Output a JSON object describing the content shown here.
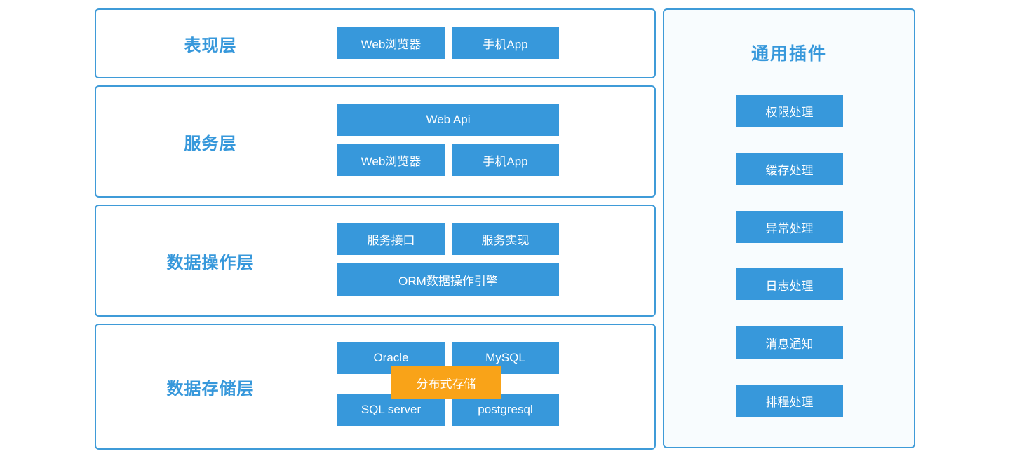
{
  "colors": {
    "primary": "#3798db",
    "accent_orange": "#f9a318",
    "panel_bg": "#f8fcfe",
    "node_text": "#ffffff"
  },
  "layers": [
    {
      "label": "表现层",
      "rows": [
        {
          "type": "pair",
          "buttons": [
            "Web浏览器",
            "手机App"
          ]
        }
      ]
    },
    {
      "label": "服务层",
      "rows": [
        {
          "type": "wide",
          "buttons": [
            "Web Api"
          ]
        },
        {
          "type": "pair",
          "buttons": [
            "Web浏览器",
            "手机App"
          ]
        }
      ]
    },
    {
      "label": "数据操作层",
      "rows": [
        {
          "type": "pair",
          "buttons": [
            "服务接口",
            "服务实现"
          ]
        },
        {
          "type": "wide",
          "buttons": [
            "ORM数据操作引擎"
          ]
        }
      ]
    },
    {
      "label": "数据存储层",
      "rows": [
        {
          "type": "pair",
          "buttons": [
            "Oracle",
            "MySQL"
          ]
        },
        {
          "type": "pair",
          "buttons": [
            "SQL server",
            "postgresql"
          ]
        }
      ],
      "overlay": "分布式存储"
    }
  ],
  "plugins_panel": {
    "title": "通用插件",
    "items": [
      "权限处理",
      "缓存处理",
      "异常处理",
      "日志处理",
      "消息通知",
      "排程处理"
    ]
  }
}
